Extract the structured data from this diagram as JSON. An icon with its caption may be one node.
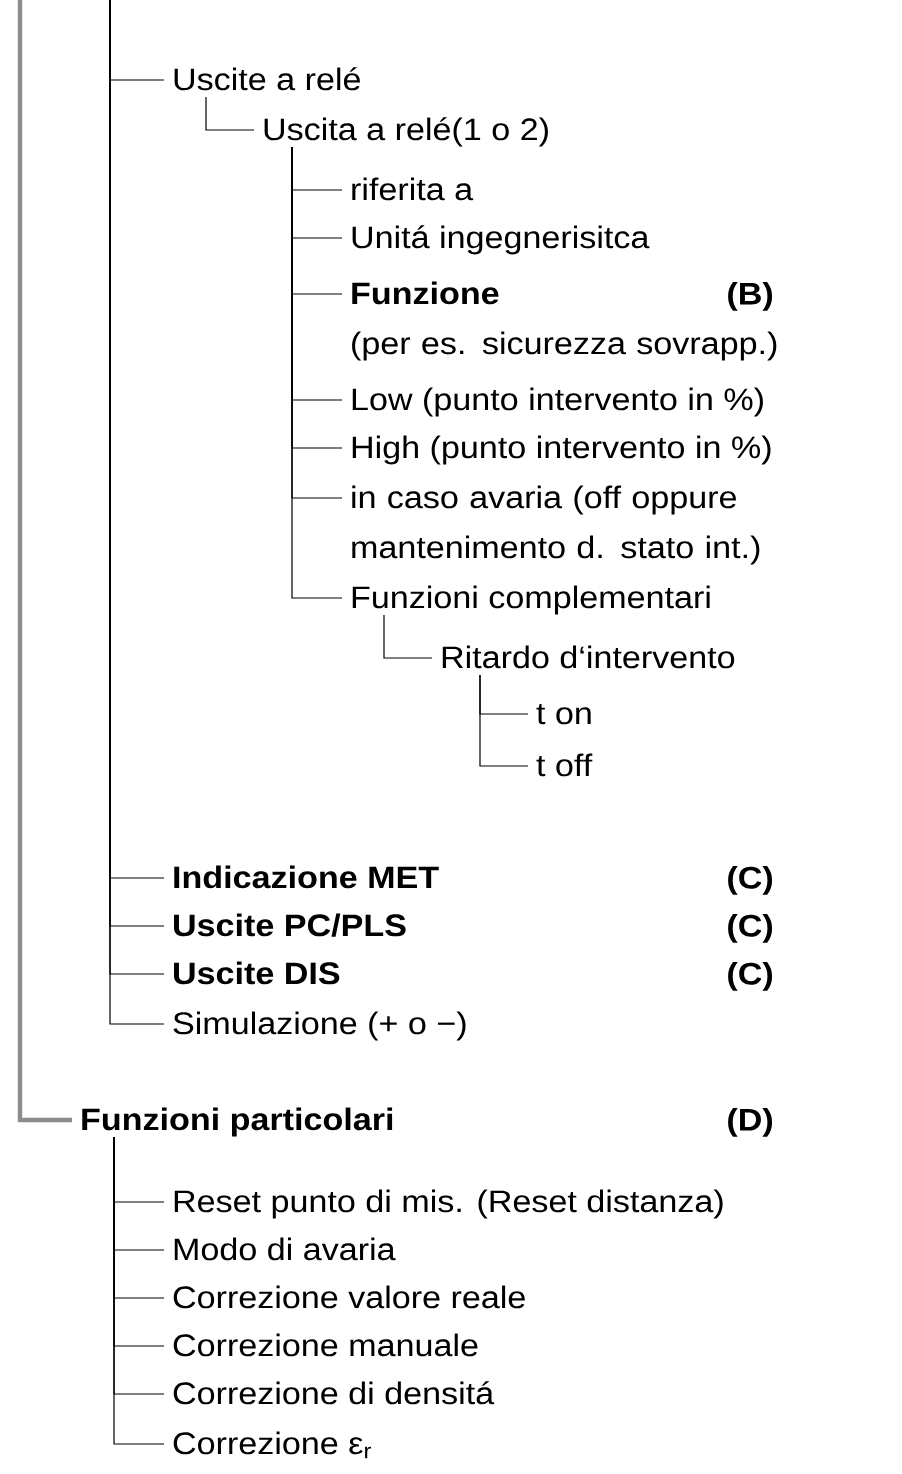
{
  "diagram": {
    "nodes": [
      {
        "text": [
          "Uscite a relé"
        ]
      },
      {
        "text": [
          "Uscita a relé(1 o 2)"
        ]
      },
      {
        "text": [
          "riferita a"
        ]
      },
      {
        "text": [
          "Unitá ingegnerisitca"
        ]
      },
      {
        "text": [
          "Funzione",
          "(per es. sicurezza sovrapp.)"
        ]
      },
      {
        "text": [
          "Low (punto intervento in %)"
        ]
      },
      {
        "text": [
          "High (punto intervento in %)"
        ]
      },
      {
        "text": [
          "in caso avaria (off oppure mantenimento d. stato int.)"
        ]
      },
      {
        "text": [
          "Funzioni complementari"
        ]
      },
      {
        "text": [
          "Ritardo d‘intervento"
        ]
      },
      {
        "text": [
          "t on"
        ]
      },
      {
        "text": [
          "t off"
        ]
      },
      {
        "text": [
          "Indicazione MET"
        ]
      },
      {
        "text": [
          "Uscite PC/PLS"
        ]
      },
      {
        "text": [
          "Uscite DIS"
        ]
      },
      {
        "text": [
          "Simulazione (+ o −)"
        ]
      },
      {
        "text": [
          "Funzioni particolari"
        ]
      },
      {
        "text": [
          "Reset punto di mis. (Reset distanza)"
        ]
      },
      {
        "text": [
          "Modo di avaria"
        ]
      },
      {
        "text": [
          "Correzione valore reale"
        ]
      },
      {
        "text": [
          "Correzione manuale"
        ]
      },
      {
        "text": [
          "Correzione di densitá"
        ]
      },
      {
        "text": [
          "Correzione ε$_{r}$"
        ]
      }
    ],
    "edges": [
      {
        "from": null,
        "to": 0,
        "arrow": "none"
      },
      {
        "from": 0,
        "to": 1,
        "arrow": "none"
      },
      {
        "from": 1,
        "to": 2,
        "arrow": "none"
      },
      {
        "from": 1,
        "to": 3,
        "arrow": "none"
      },
      {
        "from": 1,
        "to": 4,
        "arrow": "none"
      },
      {
        "from": 1,
        "to": 5,
        "arrow": "none"
      },
      {
        "from": 1,
        "to": 6,
        "arrow": "none"
      },
      {
        "from": 1,
        "to": 7,
        "arrow": "none"
      },
      {
        "from": 1,
        "to": 8,
        "arrow": "none"
      },
      {
        "from": 8,
        "to": 9,
        "arrow": "none"
      },
      {
        "from": 9,
        "to": 10,
        "arrow": "none"
      },
      {
        "from": 9,
        "to": 11,
        "arrow": "none"
      },
      {
        "from": null,
        "to": 12,
        "arrow": "none"
      },
      {
        "from": null,
        "to": 13,
        "arrow": "none"
      },
      {
        "from": null,
        "to": 14,
        "arrow": "none"
      },
      {
        "from": null,
        "to": 15,
        "arrow": "none"
      },
      {
        "from": null,
        "to": 16,
        "arrow": "none",
        "style": "thick",
        "color": "#8c8c8c"
      },
      {
        "from": 16,
        "to": 17,
        "arrow": "none"
      },
      {
        "from": 16,
        "to": 18,
        "arrow": "none"
      },
      {
        "from": 16,
        "to": 19,
        "arrow": "none"
      },
      {
        "from": 16,
        "to": 20,
        "arrow": "none"
      },
      {
        "from": 16,
        "to": 21,
        "arrow": "none"
      },
      {
        "from": 16,
        "to": 22,
        "arrow": "none"
      }
    ],
    "labels": [
      "(B)",
      "(C)",
      "(C)",
      "(C)",
      "(D)"
    ]
  }
}
